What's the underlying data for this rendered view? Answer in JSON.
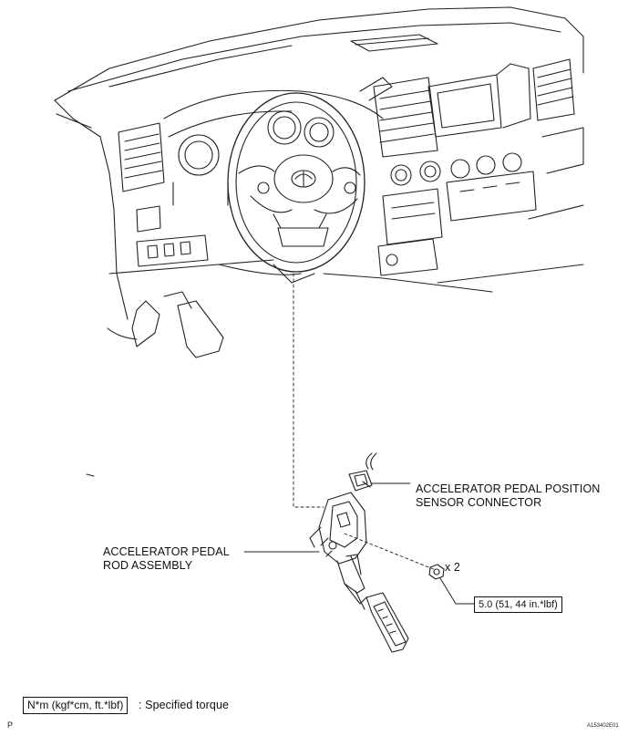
{
  "callouts": {
    "sensor_connector": [
      "ACCELERATOR PEDAL POSITION",
      "SENSOR CONNECTOR"
    ],
    "rod_assembly": [
      "ACCELERATOR PEDAL",
      "ROD ASSEMBLY"
    ],
    "nut_qty": "x 2",
    "torque_value": "5.0 (51, 44 in.*lbf)"
  },
  "legend": {
    "unit_box": "N*m (kgf*cm, ft.*lbf)",
    "description": ": Specified torque"
  },
  "figure_id": "A153402E01",
  "corner_letter": "P"
}
